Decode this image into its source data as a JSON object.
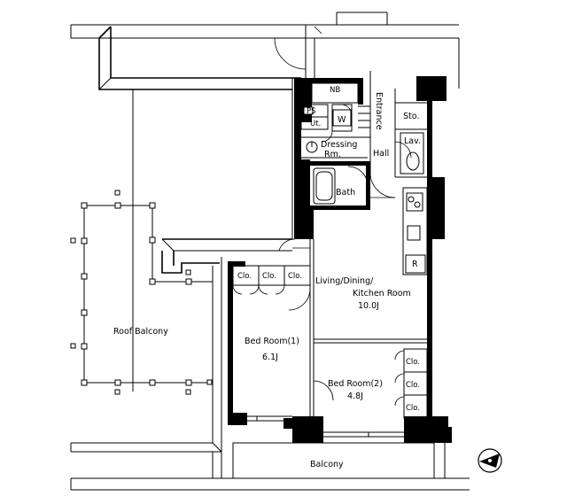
{
  "rooms": {
    "nb": "NB",
    "ps": "PS",
    "ut": "Ut.",
    "w": "W",
    "entrance": "Entrance",
    "sto": "Sto.",
    "dressing_line1": "Dressing",
    "dressing_line2": "Rm.",
    "hall": "Hall",
    "lav": "Lav.",
    "bath": "Bath",
    "ldk_line1": "Living/Dining/",
    "ldk_line2": "Kitchen Room",
    "ldk_size": "10.0J",
    "cl1": "Clo.",
    "cl2": "Clo.",
    "cl3": "Clo.",
    "bed1_name": "Bed Room(1)",
    "bed1_size": "6.1J",
    "bed2_name": "Bed Room(2)",
    "bed2_size": "4.8J",
    "cl4": "Clo.",
    "cl5": "Clo.",
    "cl6": "Clo.",
    "roof_balcony": "Roof Balcony",
    "balcony": "Balcony",
    "fridge": "R"
  },
  "icons": {
    "compass": "north-arrow-icon"
  }
}
